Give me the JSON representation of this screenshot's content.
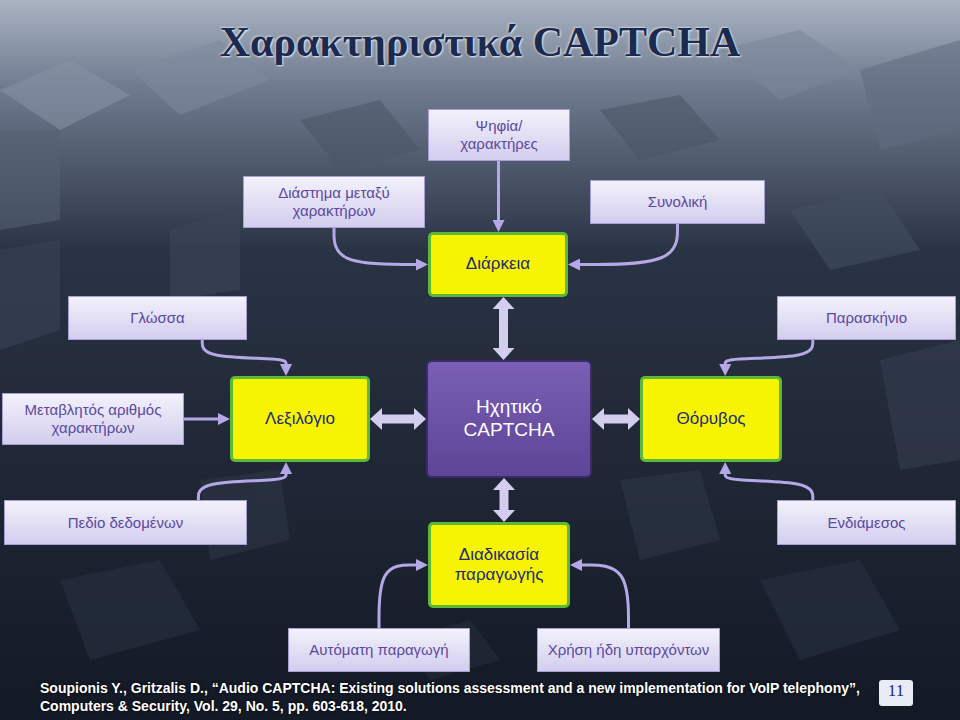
{
  "diagram": {
    "title": "Χαρακτηριστικά CAPTCHA",
    "nodes": [
      {
        "text": [
          "Ψηφία/ χαρακτήρες"
        ]
      },
      {
        "text": [
          "Διάστημα μεταξύ χαρακτήρων"
        ]
      },
      {
        "text": [
          "Συνολική"
        ]
      },
      {
        "text": [
          "Διάρκεια"
        ]
      },
      {
        "text": [
          "Γλώσσα"
        ]
      },
      {
        "text": [
          "Παρασκήνιο"
        ]
      },
      {
        "text": [
          "Μεταβλητός αριθμός χαρακτήρων"
        ]
      },
      {
        "text": [
          "Λεξιλόγιο"
        ]
      },
      {
        "text": [
          "Ηχητικό CAPTCHA"
        ]
      },
      {
        "text": [
          "Θόρυβος"
        ]
      },
      {
        "text": [
          "Πεδίο δεδομένων"
        ]
      },
      {
        "text": [
          "Ενδιάμεσος"
        ]
      },
      {
        "text": [
          "Διαδικασία παραγωγής"
        ]
      },
      {
        "text": [
          "Αυτόματη παραγωγή"
        ]
      },
      {
        "text": [
          "Χρήση ήδη υπαρχόντων"
        ]
      }
    ],
    "edges": [
      {
        "from": 0,
        "to": 3,
        "arrow": "to"
      },
      {
        "from": 1,
        "to": 3,
        "arrow": "to"
      },
      {
        "from": 2,
        "to": 3,
        "arrow": "to"
      },
      {
        "from": 3,
        "to": 8,
        "arrow": "both"
      },
      {
        "from": 4,
        "to": 7,
        "arrow": "to"
      },
      {
        "from": 6,
        "to": 7,
        "arrow": "to"
      },
      {
        "from": 10,
        "to": 7,
        "arrow": "to"
      },
      {
        "from": 7,
        "to": 8,
        "arrow": "both"
      },
      {
        "from": 5,
        "to": 9,
        "arrow": "to"
      },
      {
        "from": 11,
        "to": 9,
        "arrow": "to"
      },
      {
        "from": 9,
        "to": 8,
        "arrow": "both"
      },
      {
        "from": 12,
        "to": 8,
        "arrow": "both"
      },
      {
        "from": 13,
        "to": 12,
        "arrow": "to"
      },
      {
        "from": 14,
        "to": 12,
        "arrow": "to"
      }
    ],
    "labels": [
      "Soupionis Y., Gritzalis D., “Audio CAPTCHA: Existing solutions assessment and a new implementation for VoIP telephony”, Computers & Security, Vol. 29, No. 5, pp. 603-618, 2010.",
      "11"
    ]
  }
}
